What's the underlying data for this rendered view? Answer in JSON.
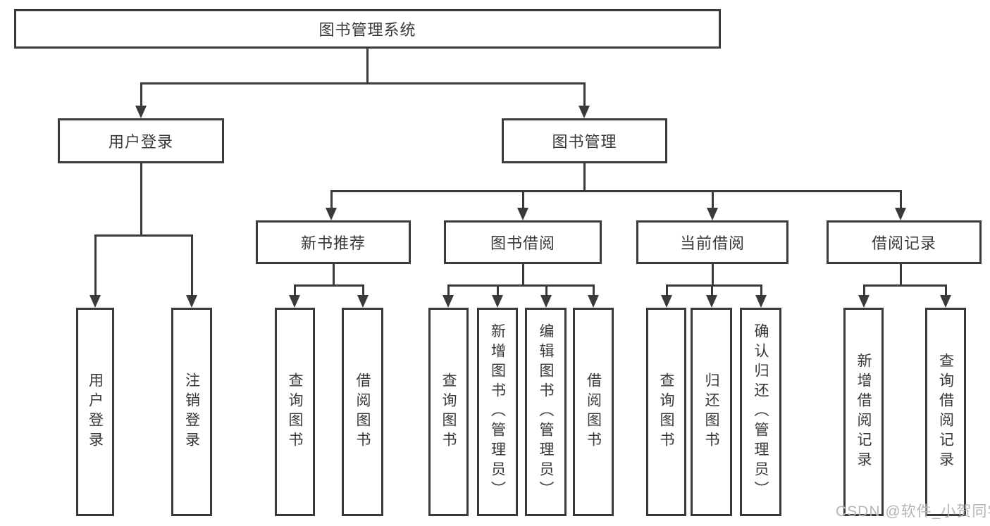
{
  "diagram": {
    "type": "tree",
    "title": "图书管理系统",
    "nodes": {
      "root": "图书管理系统",
      "user_login": "用户登录",
      "book_mgmt": "图书管理",
      "new_book_rec": "新书推荐",
      "book_borrow": "图书借阅",
      "current_borrow": "当前借阅",
      "borrow_record": "借阅记录",
      "leaf_user_login": "用户登录",
      "leaf_logout": "注销登录",
      "leaf_query_book_nbr": "查询图书",
      "leaf_borrow_book_nbr": "借阅图书",
      "leaf_query_book_bb": "查询图书",
      "leaf_add_book": "新增图书（管理员）",
      "leaf_edit_book": "编辑图书（管理员）",
      "leaf_borrow_book_bb": "借阅图书",
      "leaf_query_book_cb": "查询图书",
      "leaf_return_book": "归还图书",
      "leaf_confirm_return": "确认归还（管理员）",
      "leaf_add_record": "新增借阅记录",
      "leaf_query_record": "查询借阅记录"
    },
    "hierarchy": {
      "图书管理系统": {
        "用户登录": [
          "用户登录",
          "注销登录"
        ],
        "图书管理": {
          "新书推荐": [
            "查询图书",
            "借阅图书"
          ],
          "图书借阅": [
            "查询图书",
            "新增图书（管理员）",
            "编辑图书（管理员）",
            "借阅图书"
          ],
          "当前借阅": [
            "查询图书",
            "归还图书",
            "确认归还（管理员）"
          ],
          "借阅记录": [
            "新增借阅记录",
            "查询借阅记录"
          ]
        }
      }
    },
    "colors": {
      "line": "#3a3a3a",
      "text": "#383838",
      "background": "#ffffff",
      "watermark": "#b5b5b5"
    },
    "watermark": "CSDN @软件_小贺同学"
  }
}
